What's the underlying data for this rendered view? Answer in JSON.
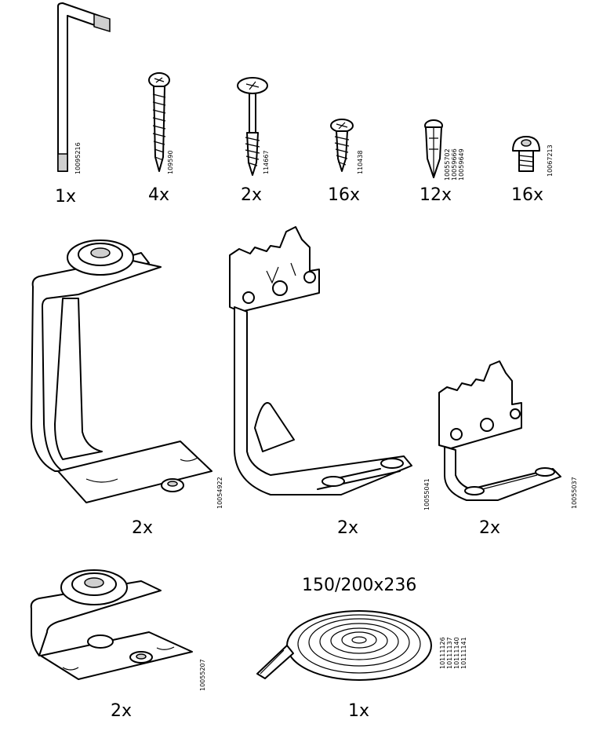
{
  "parts": [
    {
      "id": "hex-key",
      "qty": "1x",
      "codes": [
        "10095216"
      ]
    },
    {
      "id": "screw-long",
      "qty": "4x",
      "codes": [
        "109590"
      ]
    },
    {
      "id": "screw-washer",
      "qty": "2x",
      "codes": [
        "114667"
      ]
    },
    {
      "id": "screw-short",
      "qty": "16x",
      "codes": [
        "110438"
      ]
    },
    {
      "id": "wall-plug",
      "qty": "12x",
      "codes": [
        "10055702",
        "10059666",
        "10059649"
      ]
    },
    {
      "id": "bolt",
      "qty": "16x",
      "codes": [
        "10067213"
      ]
    },
    {
      "id": "roller-bracket-tall",
      "qty": "2x",
      "codes": [
        "10054922"
      ]
    },
    {
      "id": "guide-bracket-tall",
      "qty": "2x",
      "codes": [
        "10055041"
      ]
    },
    {
      "id": "guide-bracket-short",
      "qty": "2x",
      "codes": [
        "10055037"
      ]
    },
    {
      "id": "roller-bracket-short",
      "qty": "2x",
      "codes": [
        "10055207"
      ]
    },
    {
      "id": "brush-strip",
      "qty": "1x",
      "codes": [
        "10111126",
        "10111137",
        "10111140",
        "10111141"
      ],
      "dimension": "150/200x236"
    }
  ]
}
